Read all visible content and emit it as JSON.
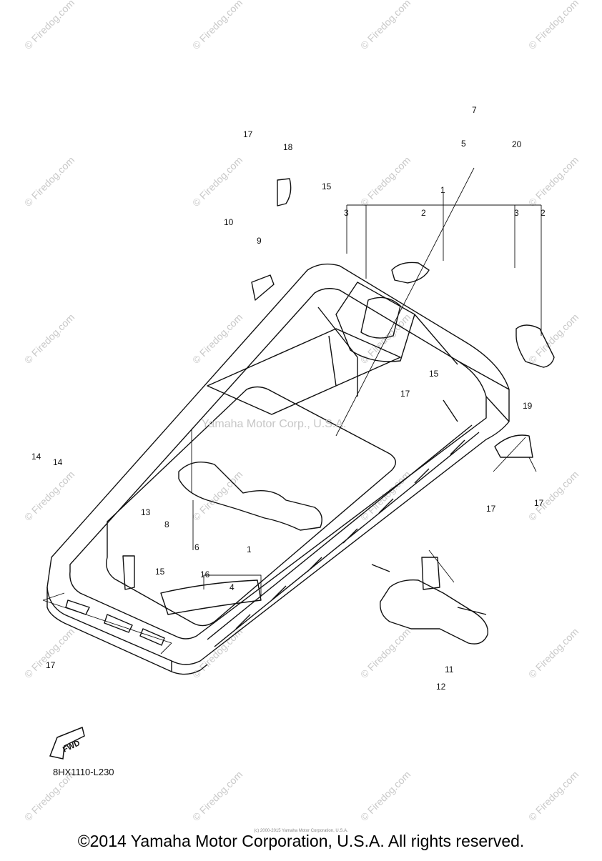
{
  "watermark": {
    "text": "Firedog.com",
    "center_text": "Yamaha Motor Corp., U.S.A."
  },
  "diagram_code": "8HX1110-L230",
  "fwd_label": "FWD",
  "copyright": "©2014 Yamaha Motor Corporation, U.S.A. All rights reserved.",
  "fine_print": "(c) 2000-2015 Yamaha Motor Corporation, U.S.A.",
  "callouts": [
    "1",
    "2",
    "3",
    "4",
    "5",
    "6",
    "7",
    "8",
    "9",
    "10",
    "11",
    "12",
    "13",
    "14",
    "15",
    "16",
    "17",
    "18",
    "19",
    "20"
  ],
  "labels": [
    {
      "ref": "7"
    },
    {
      "ref": "5"
    },
    {
      "ref": "20"
    },
    {
      "ref": "17"
    },
    {
      "ref": "18"
    },
    {
      "ref": "15"
    },
    {
      "ref": "1"
    },
    {
      "ref": "3"
    },
    {
      "ref": "2"
    },
    {
      "ref": "3"
    },
    {
      "ref": "2"
    },
    {
      "ref": "10"
    },
    {
      "ref": "9"
    },
    {
      "ref": "15"
    },
    {
      "ref": "17"
    },
    {
      "ref": "19"
    },
    {
      "ref": "17"
    },
    {
      "ref": "14"
    },
    {
      "ref": "14"
    },
    {
      "ref": "13"
    },
    {
      "ref": "8"
    },
    {
      "ref": "6"
    },
    {
      "ref": "1"
    },
    {
      "ref": "4"
    },
    {
      "ref": "16"
    },
    {
      "ref": "15"
    },
    {
      "ref": "17"
    },
    {
      "ref": "11"
    },
    {
      "ref": "12"
    },
    {
      "ref": "17"
    }
  ]
}
